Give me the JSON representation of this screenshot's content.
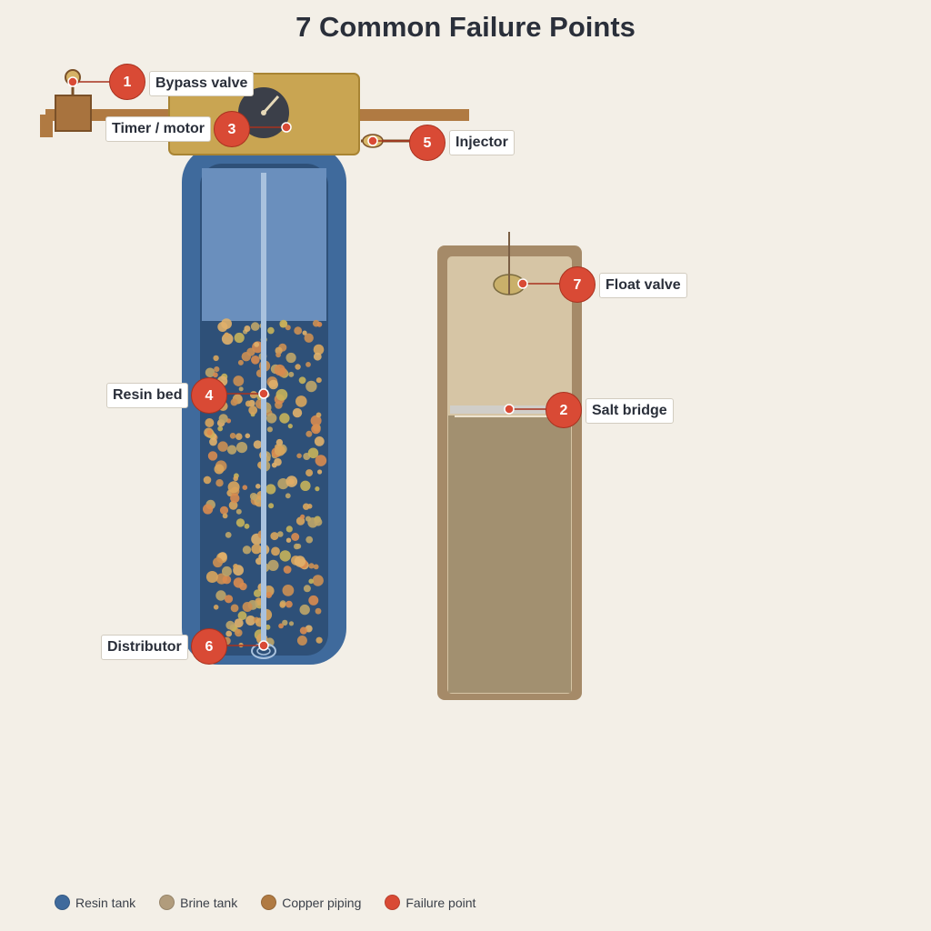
{
  "title": "7 Common Failure Points",
  "failure_points": [
    {
      "number": "1",
      "label": "Bypass valve"
    },
    {
      "number": "2",
      "label": "Salt bridge"
    },
    {
      "number": "3",
      "label": "Timer / motor"
    },
    {
      "number": "4",
      "label": "Resin bed"
    },
    {
      "number": "5",
      "label": "Injector"
    },
    {
      "number": "6",
      "label": "Distributor"
    },
    {
      "number": "7",
      "label": "Float valve"
    }
  ],
  "legend": [
    {
      "label": "Resin tank",
      "color": "#3f6a9c"
    },
    {
      "label": "Brine tank",
      "color": "#b19c7c"
    },
    {
      "label": "Copper piping",
      "color": "#b07a42"
    },
    {
      "label": "Failure point",
      "color": "#d94a35"
    }
  ],
  "colors": {
    "background": "#f3efe7",
    "resin_tank": "#3f6a9c",
    "resin_tank_inner": "#2e5078",
    "water": "#6a8fbd",
    "brine_tank": "#a58a68",
    "brine_inner": "#d6c5a5",
    "salt": "#a29070",
    "valve_head": "#c9a552",
    "piping": "#b07a42",
    "failure": "#d94a35"
  }
}
